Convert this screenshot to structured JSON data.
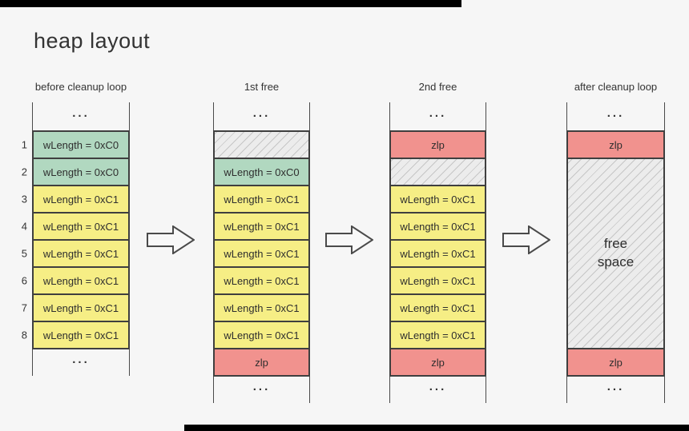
{
  "title": "heap layout",
  "ellipsis": "...",
  "palette": {
    "background": "#f6f6f6",
    "cell_green": "#b1d8c0",
    "cell_yellow": "#f6ee85",
    "cell_pink": "#f1928e",
    "hatch_background": "#ececec",
    "hatch_line": "#c6c6c6",
    "border": "#3f3f3f",
    "text": "#333333"
  },
  "columns": [
    {
      "label": "before cleanup loop",
      "cells": [
        {
          "row_number": "1",
          "fill": "green",
          "text": "wLength = 0xC0"
        },
        {
          "row_number": "2",
          "fill": "green",
          "text": "wLength = 0xC0"
        },
        {
          "row_number": "3",
          "fill": "yellow",
          "text": "wLength = 0xC1"
        },
        {
          "row_number": "4",
          "fill": "yellow",
          "text": "wLength = 0xC1"
        },
        {
          "row_number": "5",
          "fill": "yellow",
          "text": "wLength = 0xC1"
        },
        {
          "row_number": "6",
          "fill": "yellow",
          "text": "wLength = 0xC1"
        },
        {
          "row_number": "7",
          "fill": "yellow",
          "text": "wLength = 0xC1"
        },
        {
          "row_number": "8",
          "fill": "yellow",
          "text": "wLength = 0xC1"
        }
      ]
    },
    {
      "label": "1st free",
      "cells": [
        {
          "fill": "hatch",
          "text": ""
        },
        {
          "fill": "green",
          "text": "wLength = 0xC0"
        },
        {
          "fill": "yellow",
          "text": "wLength = 0xC1"
        },
        {
          "fill": "yellow",
          "text": "wLength = 0xC1"
        },
        {
          "fill": "yellow",
          "text": "wLength = 0xC1"
        },
        {
          "fill": "yellow",
          "text": "wLength = 0xC1"
        },
        {
          "fill": "yellow",
          "text": "wLength = 0xC1"
        },
        {
          "fill": "yellow",
          "text": "wLength = 0xC1"
        },
        {
          "fill": "pink",
          "text": "zlp"
        }
      ]
    },
    {
      "label": "2nd free",
      "cells": [
        {
          "fill": "pink",
          "text": "zlp"
        },
        {
          "fill": "hatch",
          "text": ""
        },
        {
          "fill": "yellow",
          "text": "wLength = 0xC1"
        },
        {
          "fill": "yellow",
          "text": "wLength = 0xC1"
        },
        {
          "fill": "yellow",
          "text": "wLength = 0xC1"
        },
        {
          "fill": "yellow",
          "text": "wLength = 0xC1"
        },
        {
          "fill": "yellow",
          "text": "wLength = 0xC1"
        },
        {
          "fill": "yellow",
          "text": "wLength = 0xC1"
        },
        {
          "fill": "pink",
          "text": "zlp"
        }
      ]
    },
    {
      "label": "after cleanup loop",
      "cells": [
        {
          "fill": "pink",
          "text": "zlp"
        },
        {
          "fill": "hatch",
          "text": "free space",
          "row_span": 7
        },
        {
          "fill": "pink",
          "text": "zlp"
        }
      ]
    }
  ],
  "arrows": [
    "right-arrow",
    "right-arrow",
    "right-arrow"
  ]
}
